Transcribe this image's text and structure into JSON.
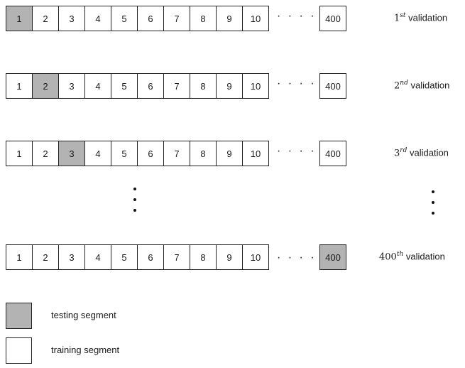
{
  "segments": [
    "1",
    "2",
    "3",
    "4",
    "5",
    "6",
    "7",
    "8",
    "9",
    "10"
  ],
  "ellipsis": "· · · · ·",
  "last_segment": "400",
  "validation_word": "validation",
  "rows": [
    {
      "num": "1",
      "suffix": "st",
      "testing": "1"
    },
    {
      "num": "2",
      "suffix": "nd",
      "testing": "2"
    },
    {
      "num": "3",
      "suffix": "rd",
      "testing": "3"
    },
    {
      "num": "400",
      "suffix": "th",
      "testing": "400"
    }
  ],
  "legend": {
    "testing_label": "testing segment",
    "training_label": "training segment"
  },
  "colors": {
    "testing_fill": "#b3b3b3",
    "training_fill": "#ffffff"
  }
}
